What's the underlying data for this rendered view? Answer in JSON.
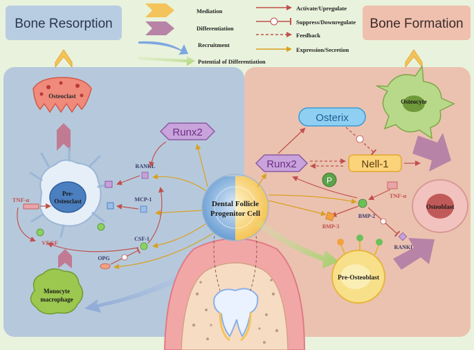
{
  "titles": {
    "resorption": "Bone Resorption",
    "formation": "Bone Formation"
  },
  "legend": {
    "mediation": "Mediation",
    "differentiation": "Differentiation",
    "recruitment": "Recruitment",
    "potential": "Potential of Differentiation",
    "activate": "Activate/Upregulate",
    "suppress": "Suppress/Downregulate",
    "feedback": "Feedback",
    "expression": "Expression/Secretion"
  },
  "cells": {
    "osteoclast": "Osteoclast",
    "pre_osteoclast_1": "Pre-",
    "pre_osteoclast_2": "Osteoclast",
    "monocyte_1": "Monocyte",
    "monocyte_2": "macrophage",
    "dfpc_1": "Dental Follicle",
    "dfpc_2": "Progenitor Cell",
    "osteocyte": "Osteocyte",
    "osteoblast": "Osteoblast",
    "pre_osteoblast": "Pre-Osteoblast"
  },
  "factors": {
    "runx2_left": "Runx2",
    "runx2_right": "Runx2",
    "osterix": "Osterix",
    "nell1": "Nell-1",
    "p": "P",
    "rankl_left": "RANKL",
    "mcp1": "MCP-1",
    "csf1": "CSF-1",
    "opg": "OPG",
    "tnf_left": "TNF-α",
    "vegf": "VEGF",
    "tnf_right": "TNF-α",
    "bmp2": "BMP-2",
    "bmp3": "BMP-3",
    "rankl_right": "RANKL"
  },
  "colors": {
    "left_panel": "#b6c9dc",
    "right_panel": "#ebc2b0",
    "activate": "#c0504d",
    "expression": "#d9a021",
    "runx2": "#8a5aa0",
    "osterix": "#68b8e6",
    "nell1": "#f5c45a"
  }
}
